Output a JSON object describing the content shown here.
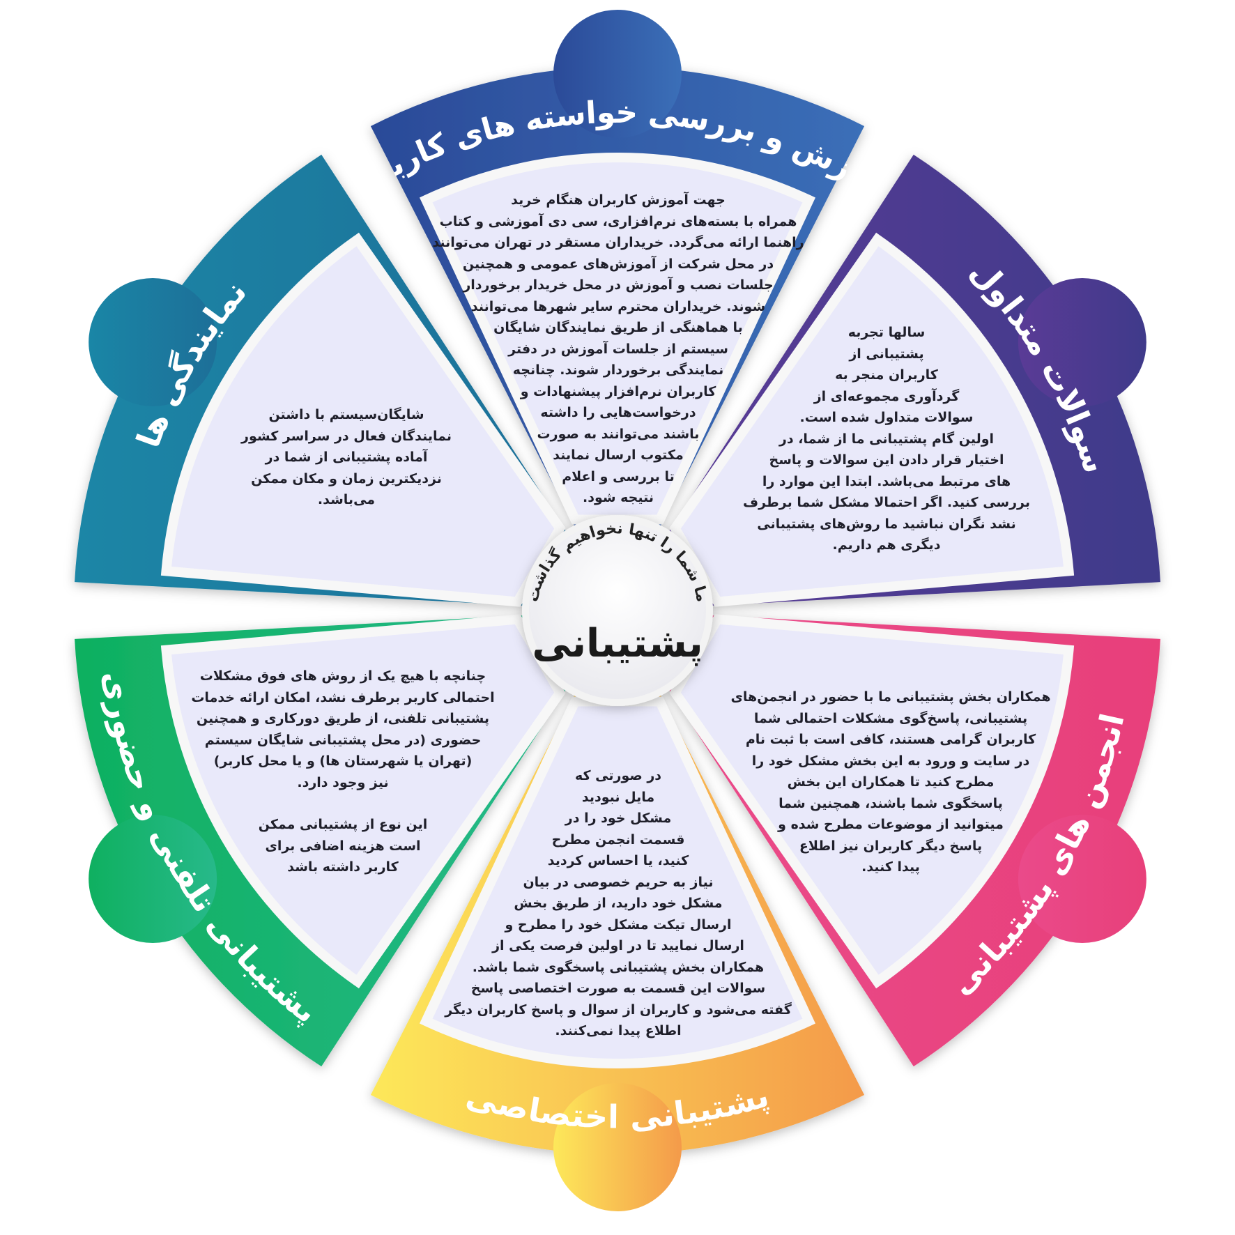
{
  "center": {
    "slogan": "ما شما را تنها نخواهیم گذاشت",
    "title": "پشتیبانی"
  },
  "sectors": [
    {
      "id": "training",
      "title": "آموزش و بررسی خواسته های کاربران",
      "colors": [
        "#2b4a98",
        "#3b6fb8"
      ],
      "lines": [
        "جهت آموزش کاربران هنگام خرید",
        "همراه با بسته‌های نرم‌افزاری، سی دی آموزشی و کتاب",
        "راهنما ارائه می‌گردد. خریداران مستقر در تهران می‌توانند",
        "در محل شرکت از آموزش‌های عمومی و همچنین",
        "جلسات نصب و آموزش در محل خریدار برخوردار",
        "شوند. خریداران محترم سایر شهرها می‌توانند",
        "با هماهنگی از طریق نمایندگان شایگان",
        "سیستم از جلسات آموزش در دفتر",
        "نمایندگی برخوردار شوند. چنانچه",
        "کاربران نرم‌افزار پیشنهادات و",
        "درخواست‌هایی را داشته",
        "باشند می‌توانند به صورت",
        "مکتوب ارسال نمایند",
        "تا بررسی و اعلام",
        "نتیجه شود."
      ]
    },
    {
      "id": "faq",
      "title": "سوالات متداول",
      "colors": [
        "#5a3b96",
        "#3f3a8a"
      ],
      "lines": [
        "سالها تجربه",
        "پشتیبانی از",
        "کاربران منجر به",
        "گردآوری مجموعه‌ای از",
        "سوالات متداول شده است.",
        "اولین گام پشتیبانی ما از شما، در",
        "اختیار قرار دادن این سوالات و پاسخ",
        "های مرتبط می‌باشد. ابتدا این موارد را",
        "بررسی کنید. اگر احتمالا مشکل شما برطرف",
        "نشد نگران نباشید ما روش‌های پشتیبانی",
        "دیگری هم داریم."
      ]
    },
    {
      "id": "forums",
      "title": "انجمن های پشتیبانی",
      "colors": [
        "#ea4a8a",
        "#e8407a"
      ],
      "lines": [
        "همکاران بخش پشتیبانی ما با حضور در انجمن‌های",
        "پشتیبانی، پاسخ‌گوی مشکلات احتمالی شما",
        "کاربران گرامی هستند، کافی است با ثبت نام",
        "در سایت و ورود به این بخش مشکل خود را",
        "مطرح کنید تا همکاران این بخش",
        "پاسخگوی شما باشند، همچنین شما",
        "میتوانید از موضوعات مطرح شده و",
        "پاسخ دیگر کاربران نیز اطلاع",
        "پیدا کنید."
      ]
    },
    {
      "id": "dedicated",
      "title": "پشتیبانی اختصاصی",
      "colors": [
        "#fde85a",
        "#f49a4a"
      ],
      "lines": [
        "در صورتی که",
        "مایل نبودید",
        "مشکل خود را در",
        "قسمت انجمن مطرح",
        "کنید، یا احساس کردید",
        "نیاز به حریم خصوصی در بیان",
        "مشکل خود دارید، از طریق بخش",
        "ارسال تیکت مشکل خود را مطرح و",
        "ارسال نمایید تا در اولین فرصت یکی از",
        "همکاران بخش پشتیبانی پاسخگوی شما باشد.",
        "سوالات این قسمت به صورت اختصاصی پاسخ",
        "گفته می‌شود و کاربران از سوال و پاسخ کاربران دیگر",
        "اطلاع پیدا نمی‌کنند."
      ]
    },
    {
      "id": "phone",
      "title": "پشتیبانی تلفنی و حضوری",
      "colors": [
        "#0fb060",
        "#27b98a"
      ],
      "lines": [
        "چنانچه با هیچ یک از روش های فوق مشکلات",
        "احتمالی کاربر برطرف نشد، امکان ارائه خدمات",
        "پشتیبانی تلفنی، از طریق دورکاری و همچنین",
        "حضوری (در محل پشتیبانی شایگان سیستم",
        "(تهران یا شهرستان ها) و یا محل کاربر)",
        "نیز وجود دارد.",
        "",
        "این نوع از پشتیبانی ممکن",
        "است هزینه اضافی برای",
        "کاربر داشته باشد"
      ]
    },
    {
      "id": "agencies",
      "title": "نمایندگی ها",
      "colors": [
        "#1a86a6",
        "#1d6f98"
      ],
      "lines": [
        "شایگان‌سیستم با داشتن",
        "نمایندگان فعال در سراسر کشور",
        "آماده پشتیبانی از شما در",
        "نزدیکترین زمان و مکان ممکن",
        "می‌باشد."
      ]
    }
  ]
}
